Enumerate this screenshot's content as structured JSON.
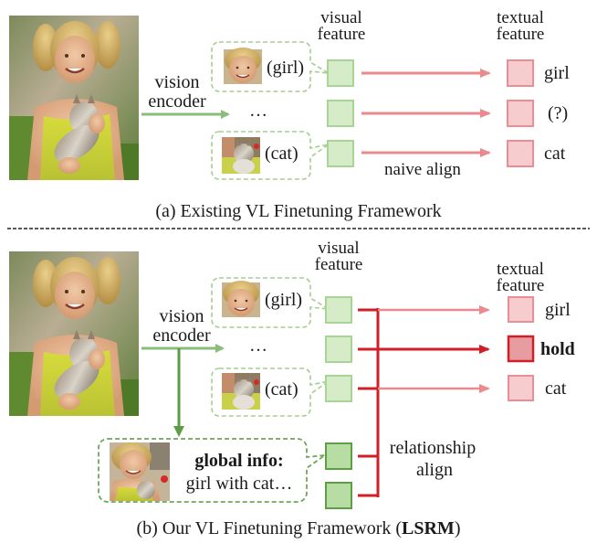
{
  "colors": {
    "green_light_fill": "#d6ecc9",
    "green_light_stroke": "#a8d595",
    "green_dark_fill": "#b7dca4",
    "green_dark_stroke": "#5e9e45",
    "green_arrow": "#8bbd7a",
    "green_arrow_dark": "#5f9a46",
    "red_light_fill": "#f6cccf",
    "red_light_stroke": "#ea8d94",
    "red_arrow_light": "#ea8a8f",
    "red_strong": "#d01f26",
    "red_strong_fill": "#e79da0",
    "dashed_green": "#a4cf8f",
    "divider": "#222222"
  },
  "panel_a": {
    "encoder_label_1": "vision",
    "encoder_label_2": "encoder",
    "visual_header_1": "visual",
    "visual_header_2": "feature",
    "textual_header_1": "textual",
    "textual_header_2": "feature",
    "regions": [
      {
        "label": "(girl)",
        "thumb": "girl-face"
      },
      {
        "label": "(cat)",
        "thumb": "cat-crop"
      }
    ],
    "ellipsis": "…",
    "textual_labels": [
      "girl",
      "(?)",
      "cat"
    ],
    "align_label": "naive align",
    "caption": "(a) Existing VL Finetuning Framework"
  },
  "panel_b": {
    "encoder_label_1": "vision",
    "encoder_label_2": "encoder",
    "visual_header_1": "visual",
    "visual_header_2": "feature",
    "textual_header_1": "textual",
    "textual_header_2": "feature",
    "regions": [
      {
        "label": "(girl)",
        "thumb": "girl-face"
      },
      {
        "label": "(cat)",
        "thumb": "cat-crop"
      }
    ],
    "ellipsis": "…",
    "textual_labels": [
      "girl",
      "hold",
      "cat"
    ],
    "global_title": "global info:",
    "global_text": "girl with cat…",
    "align_label_1": "relationship",
    "align_label_2": "align",
    "caption_prefix": "(b) Our VL Finetuning Framework (",
    "caption_bold": "LSRM",
    "caption_suffix": ")"
  }
}
